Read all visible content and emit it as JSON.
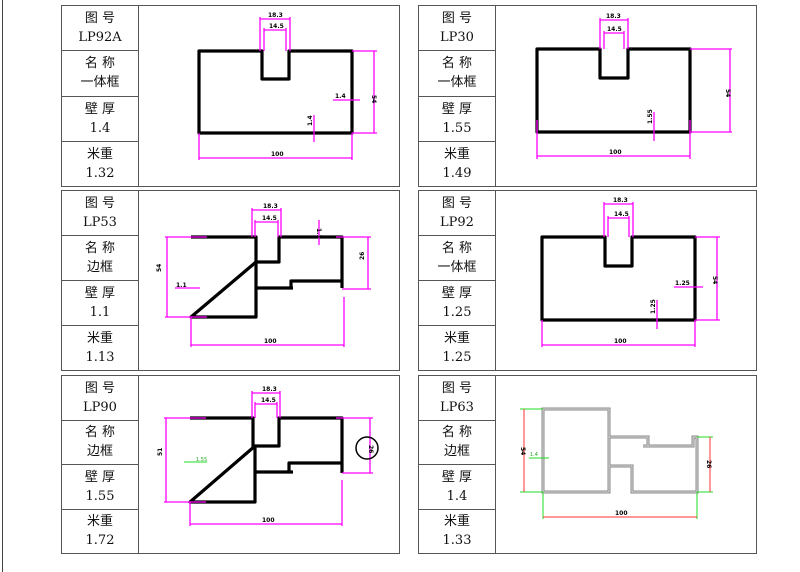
{
  "headers": {
    "code": "图  号",
    "name": "名  称",
    "wall": "壁  厚",
    "weight": "米重"
  },
  "panels": [
    {
      "code": "LP92A",
      "name": "一体框",
      "wall": "1.4",
      "weight": "1.32",
      "dims": [
        "18.3",
        "14.5",
        "1.4",
        "1.4",
        "54",
        "100"
      ]
    },
    {
      "code": "LP30",
      "name": "一体框",
      "wall": "1.55",
      "weight": "1.49",
      "dims": [
        "18.3",
        "14.5",
        "1.55",
        "54",
        "100"
      ]
    },
    {
      "code": "LP53",
      "name": "边框",
      "wall": "1.1",
      "weight": "1.13",
      "dims": [
        "18.3",
        "14.5",
        "1.1",
        "1.1",
        "54",
        "26",
        "100"
      ]
    },
    {
      "code": "LP92",
      "name": "一体框",
      "wall": "1.25",
      "weight": "1.25",
      "dims": [
        "18.3",
        "14.5",
        "1.25",
        "1.25",
        "54",
        "100"
      ]
    },
    {
      "code": "LP90",
      "name": "边框",
      "wall": "1.55",
      "weight": "1.72",
      "dims": [
        "18.3",
        "14.5",
        "1.55",
        "51",
        "26",
        "100"
      ]
    },
    {
      "code": "LP63",
      "name": "边框",
      "wall": "1.4",
      "weight": "1.33",
      "dims": [
        "1.4",
        "54",
        "26",
        "100"
      ]
    }
  ],
  "colors": {
    "dimension": "#ff00ff",
    "dimension_alt": "#ff3030",
    "extension_alt": "#22dd22",
    "profile": "#000000"
  }
}
